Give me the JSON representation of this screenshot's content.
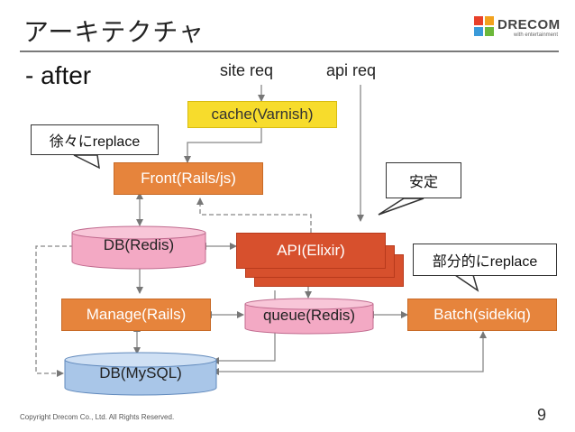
{
  "title": "アーキテクチャ",
  "bullet": "- after",
  "logo": {
    "name": "DRECOM",
    "tagline": "with entertainment"
  },
  "labels": {
    "site_req": "site req",
    "api_req": "api req"
  },
  "nodes": {
    "cache": "cache(Varnish)",
    "front": "Front(Rails/js)",
    "db_redis": "DB(Redis)",
    "api": "API(Elixir)",
    "manage": "Manage(Rails)",
    "queue": "queue(Redis)",
    "batch": "Batch(sidekiq)",
    "db_mysql": "DB(MySQL)"
  },
  "callouts": {
    "gradual": "徐々にreplace",
    "stable": "安定",
    "partial": "部分的にreplace"
  },
  "footer": "Copyright Drecom Co., Ltd. All Rights Reserved.",
  "page_number": "9",
  "colors": {
    "orange": "#e6843c",
    "yellow": "#f7dc2c",
    "red": "#d7502d",
    "pink": "#f3a9c4",
    "blue": "#a9c6e8"
  }
}
